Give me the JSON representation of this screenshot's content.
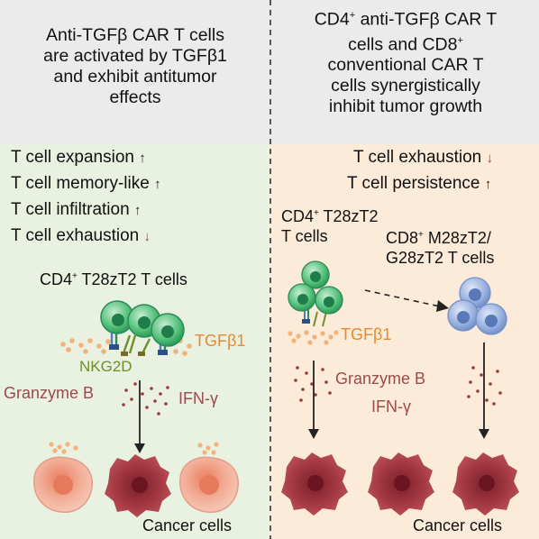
{
  "left": {
    "title_lines": [
      "Anti-TGFβ CAR T cells",
      "are activated by TGFβ1",
      "and exhibit antitumor",
      "effects"
    ],
    "effects": [
      {
        "text": "T cell expansion",
        "dir": "up"
      },
      {
        "text": "T cell memory-like",
        "dir": "up"
      },
      {
        "text": "T cell infiltration",
        "dir": "up"
      },
      {
        "text": "T cell exhaustion",
        "dir": "down"
      }
    ],
    "cell_label_pre": "CD4",
    "cell_label_sup": "+",
    "cell_label_post": " T28zT2 T cells",
    "tgf_label": "TGFβ1",
    "nkg2d_label": "NKG2D",
    "granzyme_label": "Granzyme B",
    "ifn_label": "IFN-γ",
    "cancer_label": "Cancer cells"
  },
  "right": {
    "title_line1_pre": "CD4",
    "title_line1_sup": "+",
    "title_line1_post": " anti-TGFβ CAR T",
    "title_line2_pre": "cells and CD8",
    "title_line2_sup": "+",
    "title_lines_rest": [
      "conventional CAR T",
      "cells synergistically",
      "inhibit tumor growth"
    ],
    "effects": [
      {
        "text": "T cell exhaustion",
        "dir": "down"
      },
      {
        "text": "T cell persistence",
        "dir": "up"
      }
    ],
    "cd4_label_pre": "CD4",
    "cd4_label_sup": "+",
    "cd4_label_post": " T28zT2",
    "cd4_label_line2": "T cells",
    "cd8_label_pre": "CD8",
    "cd8_label_sup": "+",
    "cd8_label_post": " M28zT2/",
    "cd8_label_line2": "G28zT2 T cells",
    "tgf_label": "TGFβ1",
    "granzyme_label": "Granzyme B",
    "ifn_label": "IFN-γ",
    "cancer_label": "Cancer cells"
  },
  "arrows": {
    "up": "↑",
    "down": "↓"
  },
  "colors": {
    "header_bg": "#ebebeb",
    "left_bg": "#e9f1e1",
    "right_bg": "#fcebd9",
    "divider": "#333333",
    "tgf_orange": "#e8892e",
    "nkg2d_green": "#6f8f2a",
    "granzyme_maroon": "#9b4b4b",
    "t_cell_green": "#3cb46a",
    "cd8_blue": "#8aa6d8",
    "cancer_pink": "#f2b5a0",
    "cancer_dark": "#a0343c"
  },
  "icons": [
    "t-cell-icon",
    "cd8-t-cell-icon",
    "cancer-cell-icon",
    "tumor-mass-icon",
    "receptor-icon",
    "dashed-arrow-icon",
    "down-arrow-icon"
  ]
}
